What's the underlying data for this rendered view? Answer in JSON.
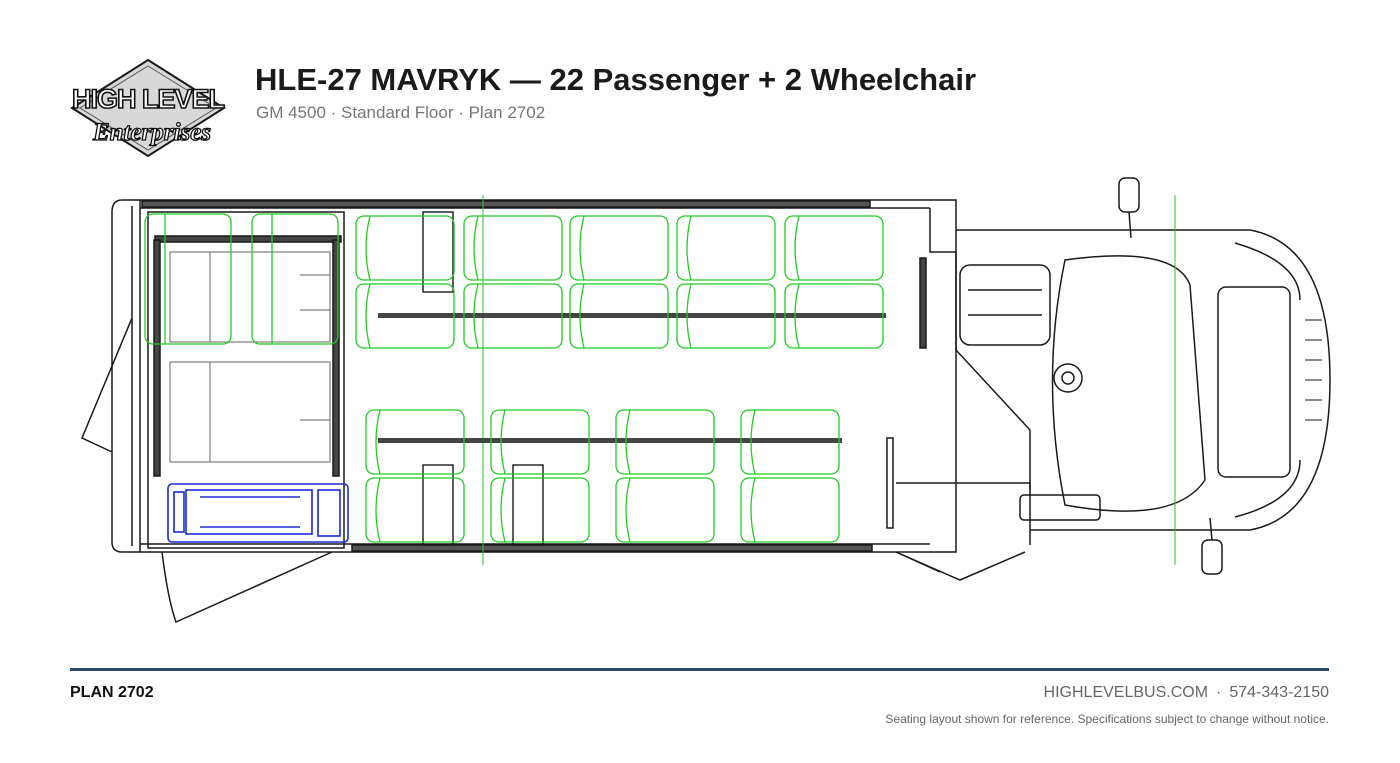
{
  "header": {
    "title": "HLE-27 MAVRYK — 22 Passenger + 2 Wheelchair",
    "subtitle": "GM 4500 · Standard Floor · Plan 2702"
  },
  "logo": {
    "line1": "HIGH LEVEL",
    "line2": "Enterprises"
  },
  "floorplan": {
    "passenger_seats": 22,
    "wheelchair_positions": 2,
    "colors": {
      "outline": "#1a1a1a",
      "passenger_seat": "#22cc22",
      "wheelchair_lift": "#1a2bd6",
      "centerline": "#22cc22"
    }
  },
  "footer": {
    "plan_label": "PLAN 2702",
    "website": "HIGHLEVELBUS.COM",
    "separator": "·",
    "phone": "574-343-2150",
    "disclaimer": "Seating layout shown for reference. Specifications subject to change without notice."
  }
}
